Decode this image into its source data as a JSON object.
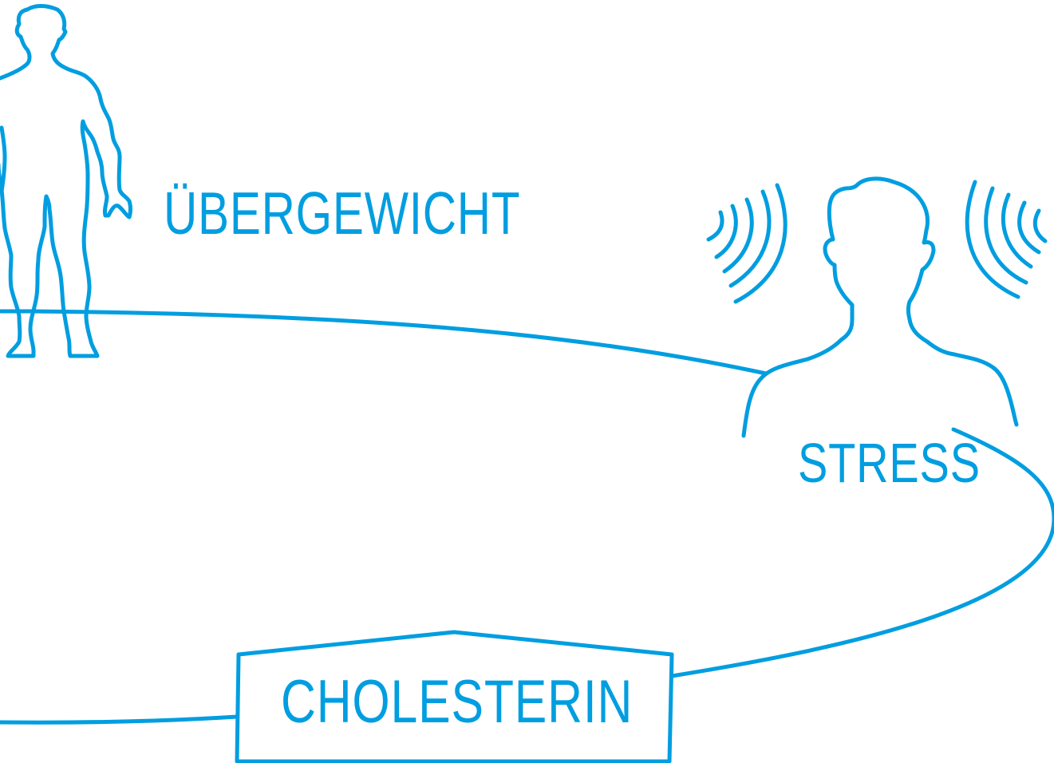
{
  "accent_color": "#009ee0",
  "background_color": "#ffffff",
  "nodes": {
    "overweight": {
      "label": "ÜBERGEWICHT",
      "icon": "human-body-icon"
    },
    "stress": {
      "label": "STRESS",
      "icon": "stressed-person-icon"
    },
    "cholesterol": {
      "label": "CHOLESTERIN",
      "icon": "house-box-icon"
    }
  }
}
